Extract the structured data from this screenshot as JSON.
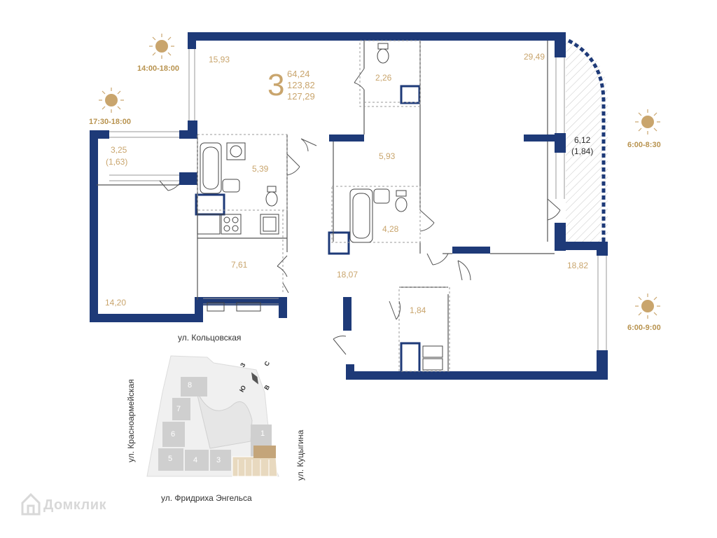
{
  "apartment": {
    "rooms_count": "3",
    "areas": [
      "64,24",
      "123,82",
      "127,29"
    ]
  },
  "rooms": {
    "r1": "15,93",
    "r2": "2,26",
    "r3": "29,49",
    "r4": "3,25",
    "r4b": "(1,63)",
    "r5": "5,39",
    "r6": "5,93",
    "r7": "6,12",
    "r7b": "(1,84)",
    "r8": "4,28",
    "r9": "7,61",
    "r10": "18,07",
    "r11": "18,82",
    "r12": "14,20",
    "r13": "1,84"
  },
  "sun": {
    "t1": "14:00-18:00",
    "t2": "17:30-18:00",
    "t3": "6:00-8:30",
    "t4": "6:00-9:00"
  },
  "streets": {
    "koltsovskaya": "ул. Кольцовская",
    "krasnoarmeyskaya": "ул. Красноармейская",
    "kutsygina": "ул. Куцыгина",
    "engelsa": "ул. Фридриха Энгельса"
  },
  "buildings": [
    "1",
    "3",
    "4",
    "5",
    "6",
    "7",
    "8"
  ],
  "compass": {
    "n": "С",
    "e": "В",
    "s": "Ю",
    "w": "З"
  },
  "watermark": "Домклик",
  "colors": {
    "wall": "#1e3a78",
    "accent": "#c9a56d",
    "sun": "#c9a56d",
    "highlight": "#c4a57a"
  }
}
